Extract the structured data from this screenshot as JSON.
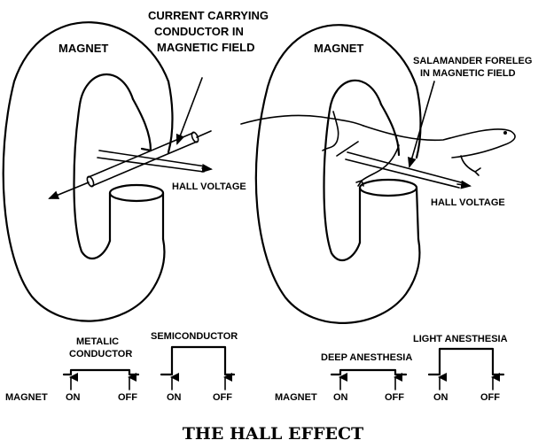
{
  "left_panel": {
    "magnet_label": "MAGNET",
    "conductor_label": [
      "CURRENT CARRYING",
      "CONDUCTOR IN",
      "MAGNETIC FIELD"
    ],
    "hall_voltage_label": "HALL VOLTAGE"
  },
  "right_panel": {
    "magnet_label": "MAGNET",
    "foreleg_label": [
      "SALAMANDER FORELEG",
      "IN MAGNETIC FIELD"
    ],
    "hall_voltage_label": "HALL VOLTAGE"
  },
  "traces": {
    "metallic": [
      "METALIC",
      "CONDUCTOR"
    ],
    "semiconductor": "SEMICONDUCTOR",
    "deep": "DEEP ANESTHESIA",
    "light": "LIGHT ANESTHESIA",
    "magnet_label": "MAGNET",
    "on_label": "ON",
    "off_label": "OFF"
  },
  "title": "THE HALL EFFECT",
  "colors": {
    "ink": "#000000",
    "paper": "#ffffff"
  }
}
